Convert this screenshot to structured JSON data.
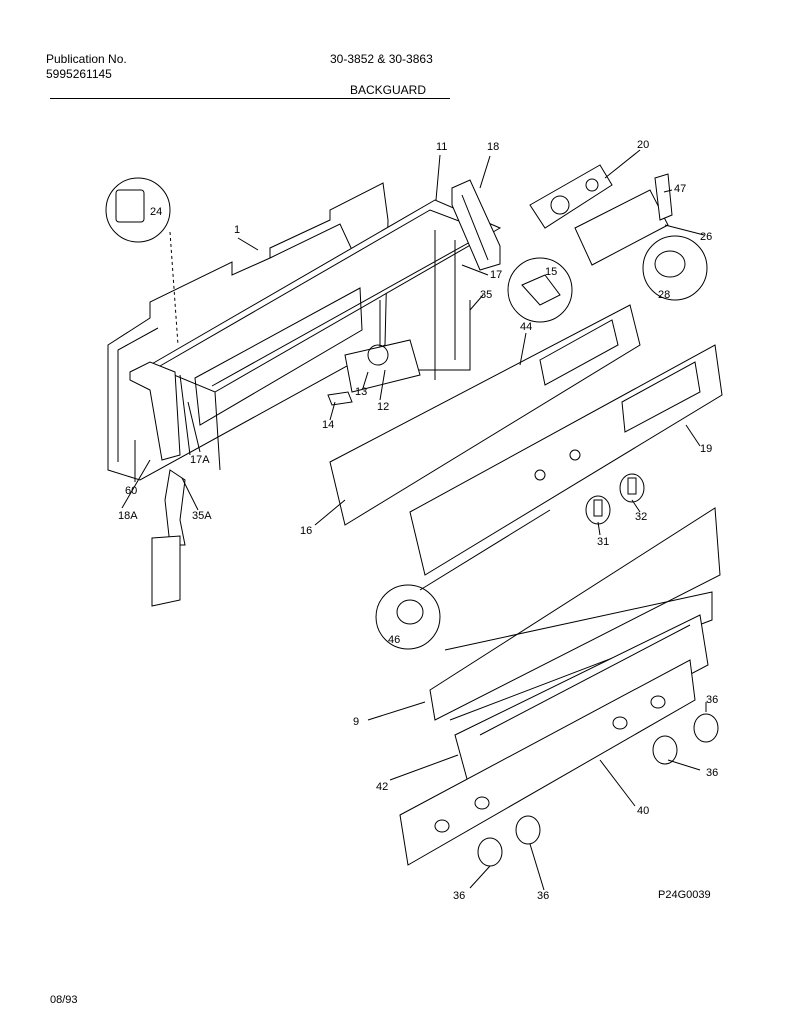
{
  "header": {
    "publication_label": "Publication No.",
    "publication_number": "5995261145",
    "models": "30-3852 & 30-3863",
    "section_title": "BACKGUARD"
  },
  "footer": {
    "date": "08/93",
    "diagram_code": "P24G0039"
  },
  "callouts": {
    "c1": "1",
    "c9": "9",
    "c11": "11",
    "c12": "12",
    "c13": "13",
    "c14": "14",
    "c15": "15",
    "c16": "16",
    "c17": "17",
    "c17a": "17A",
    "c18": "18",
    "c18a": "18A",
    "c19": "19",
    "c20": "20",
    "c24": "24",
    "c26": "26",
    "c28": "28",
    "c31": "31",
    "c32": "32",
    "c35": "35",
    "c35a": "35A",
    "c36a": "36",
    "c36b": "36",
    "c36c": "36",
    "c36d": "36",
    "c40": "40",
    "c42": "42",
    "c44": "44",
    "c46": "46",
    "c47": "47",
    "c60": "60"
  }
}
